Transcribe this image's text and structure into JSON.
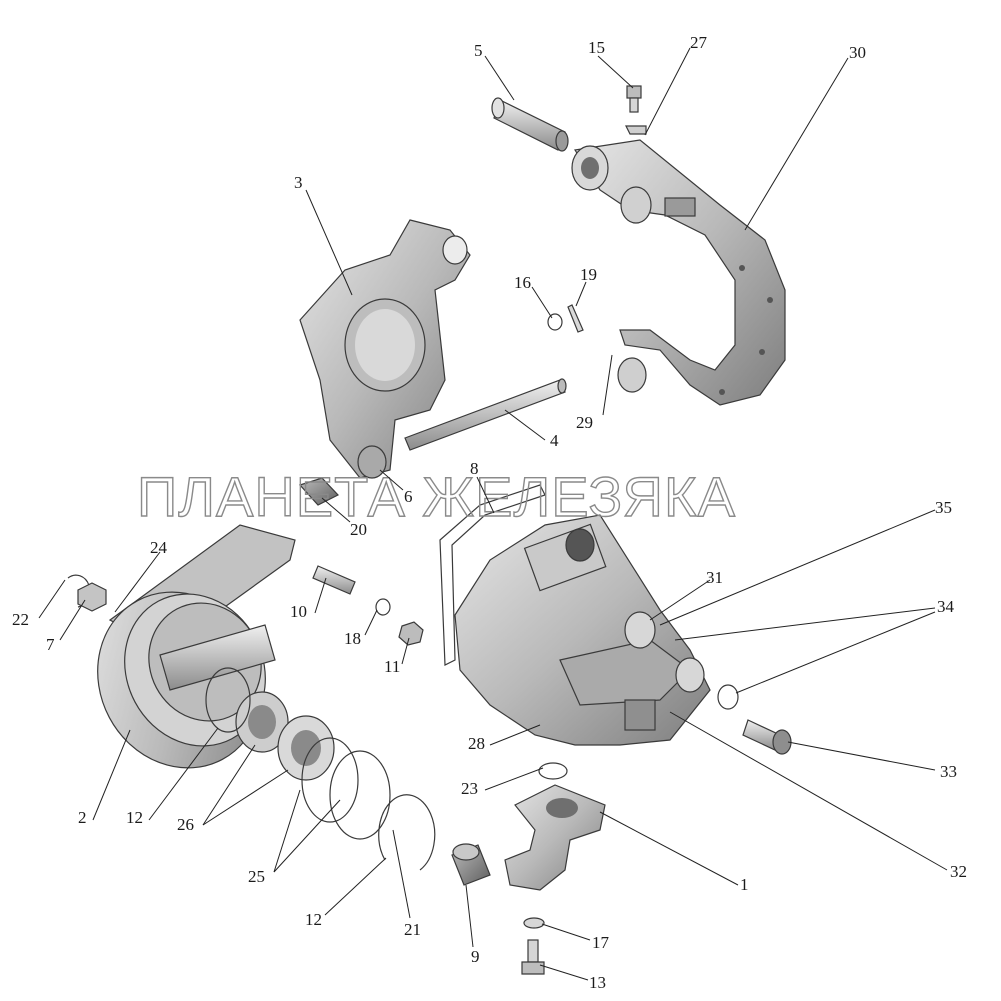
{
  "watermark": "ПЛАНЕТА ЖЕЛЕЗЯКА",
  "callouts": {
    "c1": "1",
    "c2": "2",
    "c3": "3",
    "c4": "4",
    "c5": "5",
    "c6": "6",
    "c7": "7",
    "c8": "8",
    "c9": "9",
    "c10": "10",
    "c11": "11",
    "c12a": "12",
    "c12b": "12",
    "c13": "13",
    "c15": "15",
    "c16": "16",
    "c17": "17",
    "c18": "18",
    "c19": "19",
    "c20": "20",
    "c21": "21",
    "c22": "22",
    "c23": "23",
    "c24": "24",
    "c25": "25",
    "c26": "26",
    "c27": "27",
    "c28": "28",
    "c29": "29",
    "c30": "30",
    "c31": "31",
    "c32": "32",
    "c33": "33",
    "c34": "34",
    "c35": "35"
  }
}
